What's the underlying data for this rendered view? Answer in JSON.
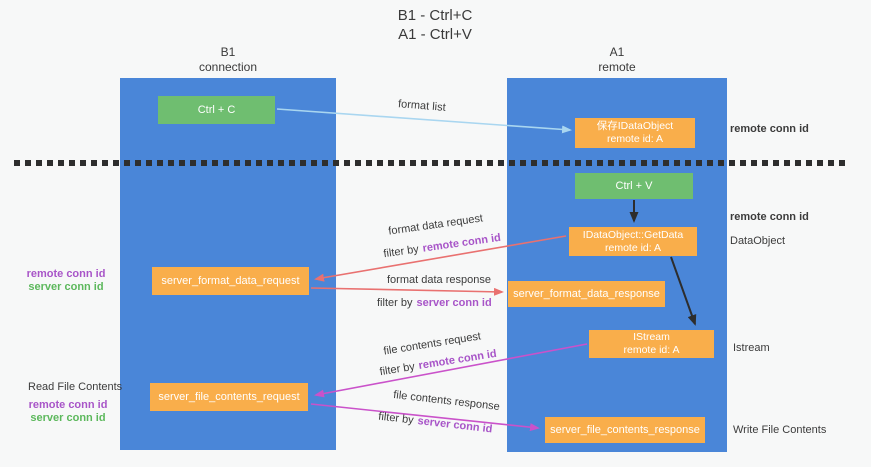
{
  "title": {
    "line1": "B1 - Ctrl+C",
    "line2": "A1 - Ctrl+V"
  },
  "lanes": {
    "left": {
      "name": "B1",
      "role": "connection"
    },
    "right": {
      "name": "A1",
      "role": "remote"
    }
  },
  "nodes": {
    "ctrl_c": {
      "label": "Ctrl + C"
    },
    "save_idataobject": {
      "line1": "保存IDataObject",
      "line2": "remote id: A"
    },
    "ctrl_v": {
      "label": "Ctrl + V"
    },
    "getdata": {
      "line1": "IDataObject::GetData",
      "line2": "remote id: A"
    },
    "format_request": {
      "label": "server_format_data_request"
    },
    "format_response": {
      "label": "server_format_data_response"
    },
    "istream": {
      "line1": "IStream",
      "line2": "remote id: A"
    },
    "file_request": {
      "label": "server_file_contents_request"
    },
    "file_response": {
      "label": "server_file_contents_response"
    }
  },
  "edges": {
    "format_list": {
      "label": "format list"
    },
    "format_data_request": {
      "label": "format data request",
      "filter": "filter by",
      "conn": "remote conn id"
    },
    "format_data_response": {
      "label": "format data response",
      "filter": "filter by",
      "conn": "server conn id"
    },
    "file_contents_request": {
      "label": "file contents request",
      "filter": "filter by",
      "conn": "remote conn id"
    },
    "file_contents_response": {
      "label": "file contents response",
      "filter": "filter by",
      "conn": "server conn id"
    }
  },
  "annotations": {
    "right_top_conn": "remote conn id",
    "right_mid_conn": "remote conn id",
    "dataobject": "DataObject",
    "istream": "Istream",
    "write_file_contents": "Write File Contents",
    "left_remote_conn": "remote conn id",
    "left_server_conn": "server conn id",
    "read_file_contents": "Read File Contents",
    "left_remote_conn2": "remote conn id",
    "left_server_conn2": "server conn id"
  },
  "colors": {
    "lane_blue": "#4a86d8",
    "node_green": "#6fbe70",
    "node_orange": "#f9ae4b",
    "arrow_lightblue": "#a9d6f0",
    "arrow_black": "#2d2d2d",
    "arrow_salmon": "#e97170",
    "arrow_magenta": "#ca52ca",
    "text_purple": "#a855c8",
    "text_green": "#5cb85c",
    "background": "#f7f8f8"
  }
}
